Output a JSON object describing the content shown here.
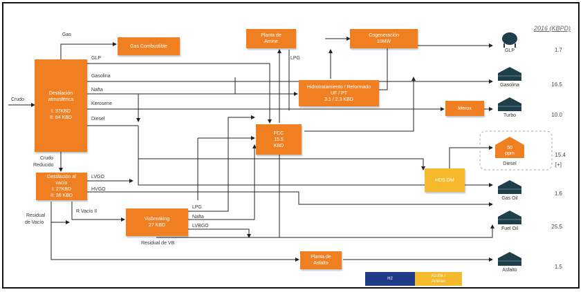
{
  "header": {
    "year_label": "2016 (KBPD)"
  },
  "units": {
    "atm": {
      "line1": "Destilación",
      "line2": "atmosférica",
      "line3": "I: 37KBD",
      "line4": "II: 84 KBD"
    },
    "vac": {
      "line1": "Destilación al",
      "line2": "vacío",
      "line3": "I: 27KBD",
      "line4": "II: 36 KBD"
    },
    "gas_comb": {
      "label": "Gas Combustible"
    },
    "amine": {
      "line1": "Planta de",
      "line2": "Amine"
    },
    "cogen": {
      "line1": "Cogeneración",
      "line2": "10MW"
    },
    "hydro": {
      "line1": "Hidrotratamiento / Reformado",
      "line2": "UF / PT",
      "line3": "3.1 / 2.3 KBD"
    },
    "fcc": {
      "line1": "FCC",
      "line2": "15.5",
      "line3": "KBD"
    },
    "merox": {
      "label": "Merox"
    },
    "visb": {
      "line1": "Visbreaking",
      "line2": "27 KBD"
    },
    "hds": {
      "label": "HDS DM"
    },
    "asfalto": {
      "line1": "Planta de",
      "line2": "Asfalto"
    }
  },
  "labels": {
    "crudo": "Crudo",
    "gas": "Gas",
    "glp": "GLP",
    "gasolina": "Gasolina",
    "nafta": "Nafta",
    "kerosene": "Kerosene",
    "diesel": "Diesel",
    "crudo_red_1": "Crudo",
    "crudo_red_2": "Reducido",
    "lvgo": "LVGO",
    "hvgo": "HVGO",
    "r_vacio": "R Vacío II",
    "res_vac_1": "Residual",
    "res_vac_2": "de Vacío",
    "lpg_top": "LPG",
    "lpg_vb": "LPG",
    "nafta_vb": "Nafta",
    "lvbgo": "LVBGO",
    "res_vb": "Residual de VB"
  },
  "products": [
    {
      "name": "GLP",
      "value": "1.7"
    },
    {
      "name": "Gasolina",
      "value": "16.5"
    },
    {
      "name": "Turbo",
      "value": "10.0"
    },
    {
      "name": "Diesel",
      "value": "15.4",
      "extra": "[+]",
      "tank_text_1": "50",
      "tank_text_2": "ppm"
    },
    {
      "name": "Gas Oil",
      "value": "1.6"
    },
    {
      "name": "Fuel Oil",
      "value": "25.5"
    },
    {
      "name": "Asfalto",
      "value": "1.5"
    }
  ],
  "legend": {
    "h2": "H2",
    "azufre_1": "Azufre /",
    "azufre_2": "Aminas"
  },
  "colors": {
    "unit_orange": "#f07f22",
    "hds_yellow": "#f6b92d",
    "tank_dark": "#1e3e4a",
    "h2_blue": "#1f3a86"
  }
}
